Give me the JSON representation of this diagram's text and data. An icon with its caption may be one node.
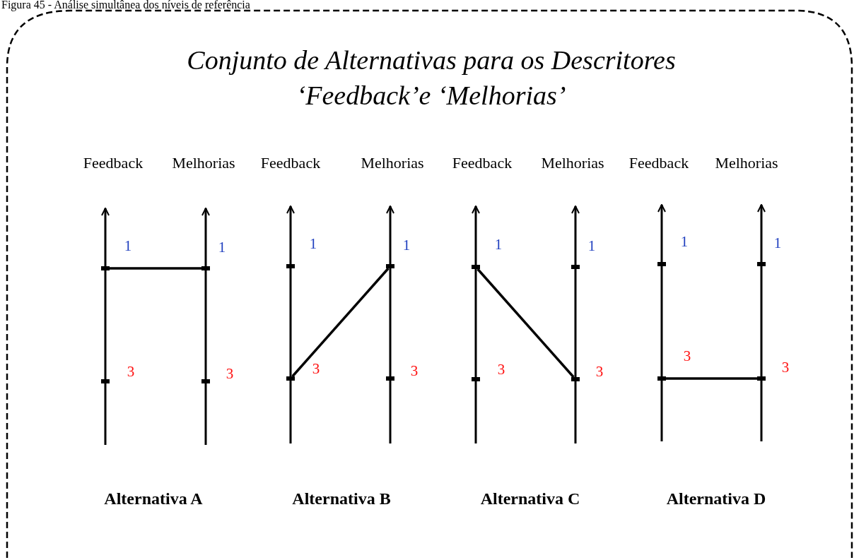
{
  "diagram": {
    "title": "Conjunto de Alternativas para os Descritores ‘Feedback’e ‘Melhorias’",
    "caption": "Figura 45 - Análise simultânea dos níveis de referência",
    "nodes": [
      {
        "text": [],
        "shape": "bar"
      },
      {
        "text": [],
        "shape": "bar"
      },
      {
        "text": [],
        "shape": "bar"
      },
      {
        "text": [],
        "shape": "bar"
      },
      {
        "text": [],
        "shape": "bar"
      },
      {
        "text": [],
        "shape": "bar"
      },
      {
        "text": [],
        "shape": "bar"
      },
      {
        "text": [],
        "shape": "bar"
      },
      {
        "text": [],
        "shape": "bar"
      },
      {
        "text": [],
        "shape": "bar"
      },
      {
        "text": [],
        "shape": "bar"
      },
      {
        "text": [],
        "shape": "bar"
      },
      {
        "text": [],
        "shape": "bar"
      },
      {
        "text": [],
        "shape": "bar"
      },
      {
        "text": [],
        "shape": "bar"
      },
      {
        "text": [],
        "shape": "bar"
      }
    ],
    "edges": [
      {
        "from": 0,
        "to": 2,
        "arrow": "none"
      },
      {
        "from": 5,
        "to": 6,
        "arrow": "none"
      },
      {
        "from": 8,
        "to": 11,
        "arrow": "none"
      },
      {
        "from": 13,
        "to": 15,
        "arrow": "none"
      }
    ],
    "labels": [
      "Feedback",
      "Melhorias",
      "Feedback",
      "Melhorias",
      "Feedback",
      "Melhorias",
      "Feedback",
      "Melhorias",
      "1",
      "1",
      "3",
      "3",
      "1",
      "1",
      "3",
      "3",
      "1",
      "1",
      "3",
      "3",
      "1",
      "1",
      "3",
      "3",
      "Alternativa A",
      "Alternativa B",
      "Alternativa C",
      "Alternativa D"
    ]
  }
}
